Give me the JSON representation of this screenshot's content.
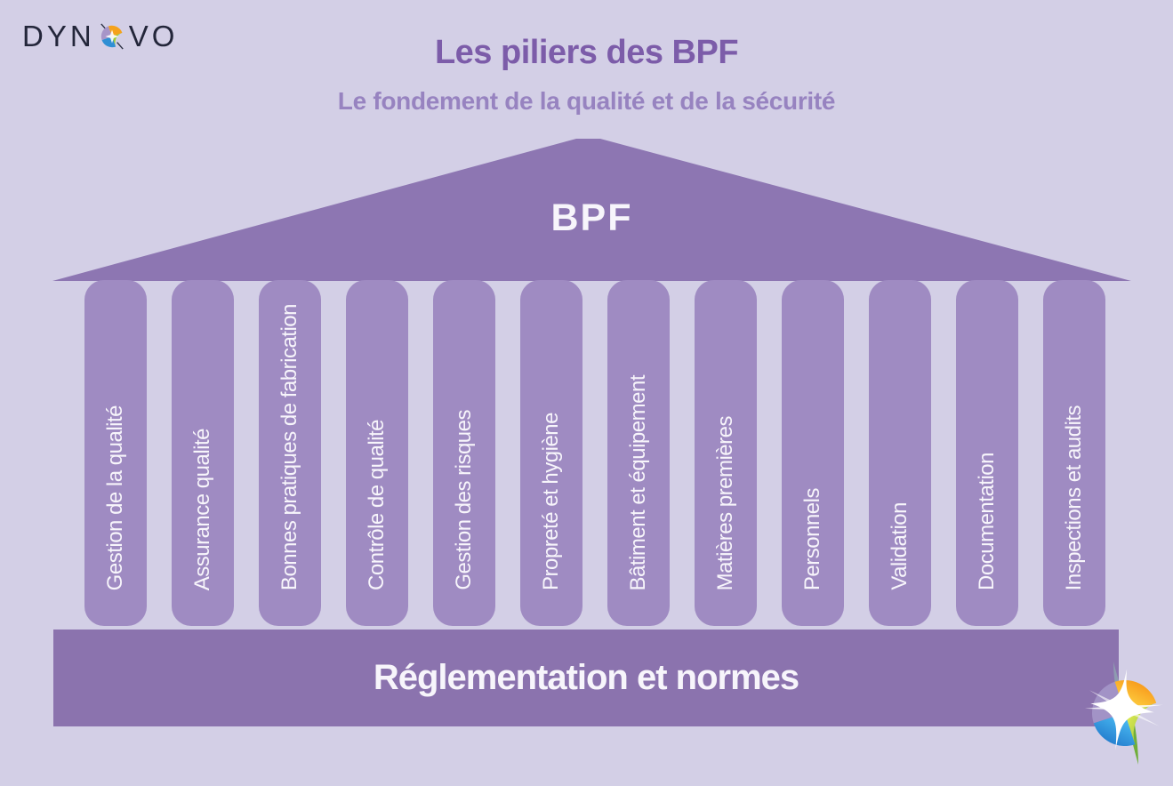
{
  "brand": {
    "prefix": "DYN",
    "suffix": "VO",
    "icon": "dynovo-sphere-icon"
  },
  "header": {
    "title": "Les piliers des BPF",
    "subtitle": "Le fondement de la qualité et de la sécurité"
  },
  "pediment": {
    "label": "BPF"
  },
  "pillars": {
    "items": [
      "Gestion de la qualité",
      "Assurance qualité",
      "Bonnes pratiques de fabrication",
      "Contrôle de qualité",
      "Gestion des risques",
      "Propreté et hygiène",
      "Bâtiment et équipement",
      "Matières premières",
      "Personnels",
      "Validation",
      "Documentation",
      "Inspections et audits"
    ]
  },
  "base": {
    "label": "Réglementation et normes"
  },
  "icons": {
    "brand_sphere": "dynovo-sphere-icon",
    "corner_globe": "dynovo-globe-star-icon"
  },
  "colors": {
    "bg": "#d3cfe6",
    "pediment": "#8d76b2",
    "pillar": "#9f8bc2",
    "base": "#8b73ae",
    "title": "#7c5ca9",
    "subtitle": "#9783c0",
    "light-text": "#f7f5fb",
    "brand-ink": "#23263a"
  }
}
